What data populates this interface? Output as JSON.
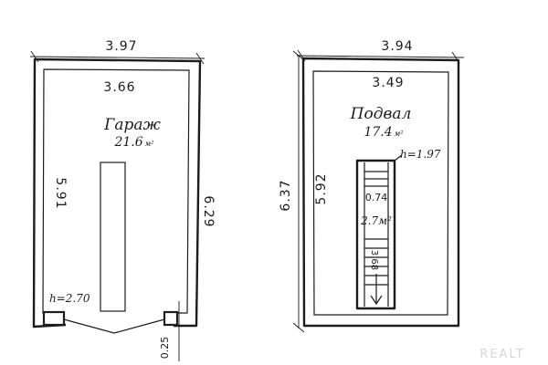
{
  "garage": {
    "name": "Гараж",
    "area": "21.6",
    "area_unit": "м²",
    "outer_width": "3.97",
    "inner_width": "3.66",
    "inner_length": "5.91",
    "outer_length": "6.29",
    "height": "h=2.70",
    "gate_depth": "0.25"
  },
  "basement": {
    "name": "Подвал",
    "area": "17.4",
    "area_unit": "м²",
    "outer_width": "3.94",
    "inner_width": "3.49",
    "outer_length": "6.37",
    "inner_length": "5.92",
    "height": "h=1.97",
    "stair_width": "0.74",
    "stair_area": "2.7м²",
    "stair_length": "3.68"
  },
  "watermark": "REALT"
}
